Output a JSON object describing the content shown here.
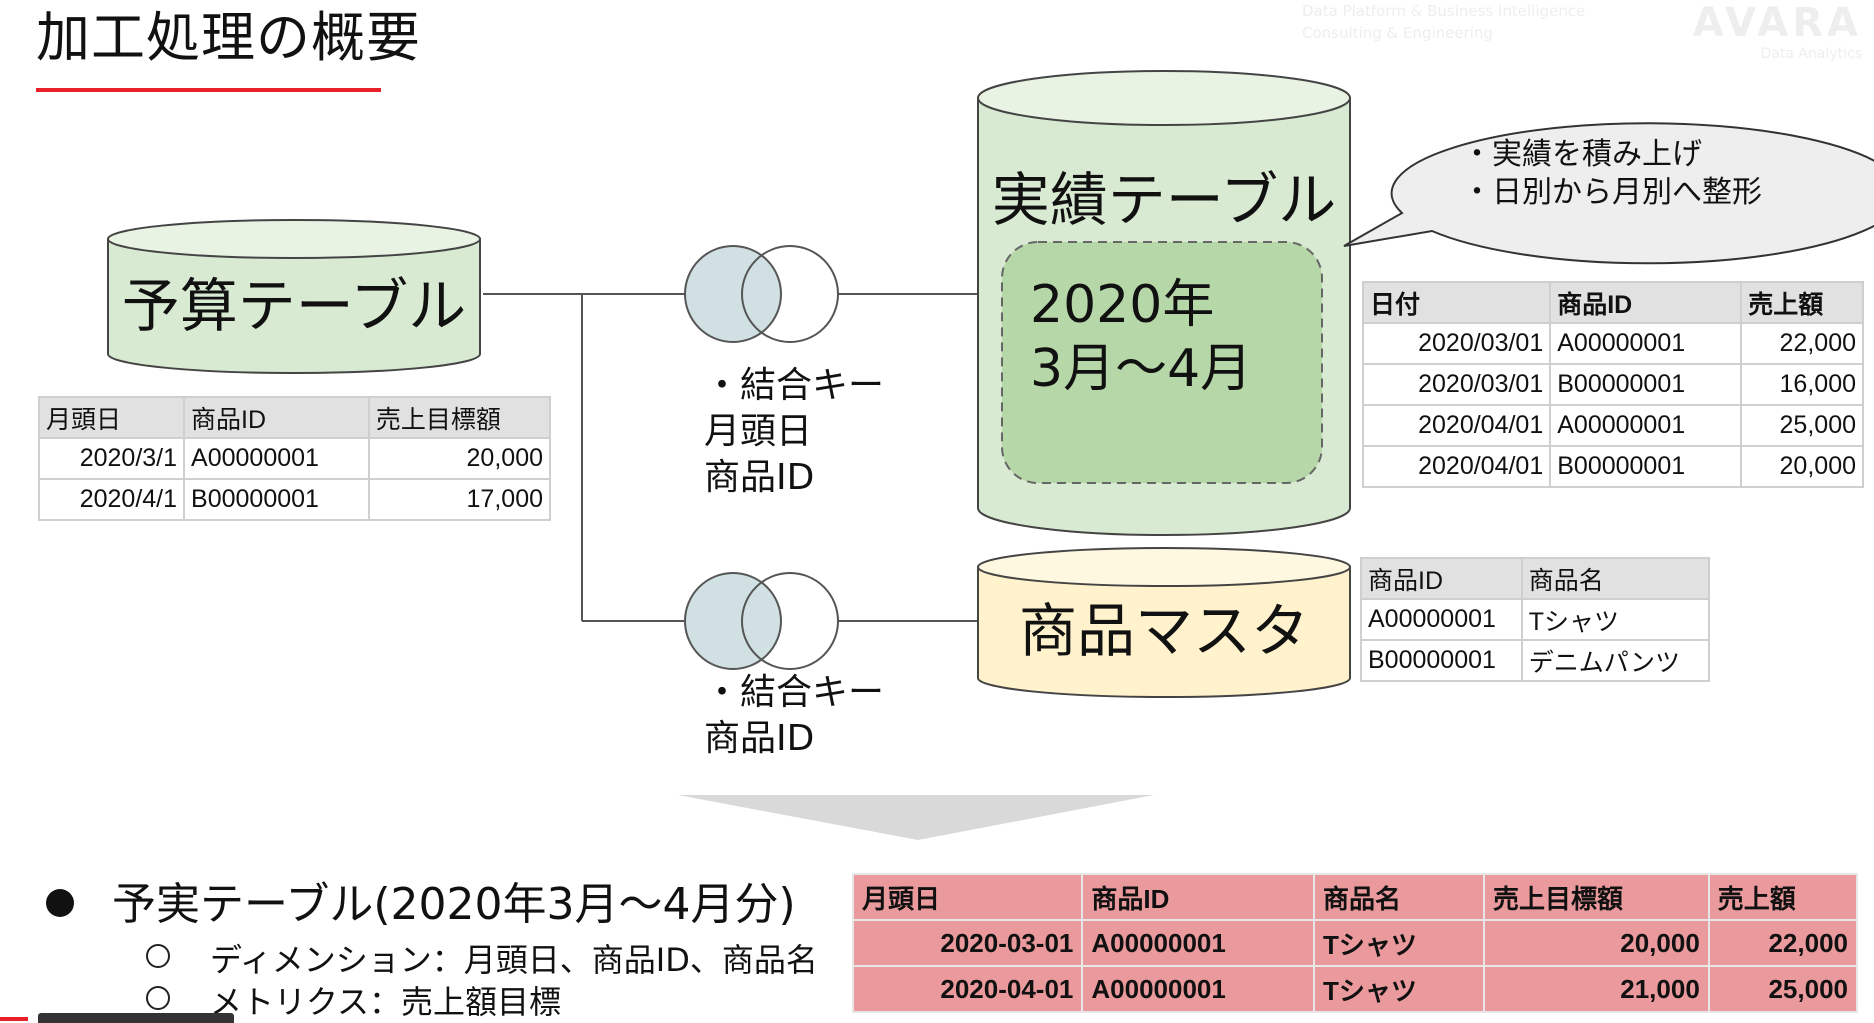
{
  "title": "加工処理の概要",
  "cylinders": {
    "budget": "予算テーブル",
    "actual": "実績テーブル",
    "actual_period_line1": "2020年",
    "actual_period_line2": "3月～4月",
    "master": "商品マスタ"
  },
  "callout": {
    "line1": "・実績を積み上げ",
    "line2": "・日別から月別へ整形"
  },
  "join_notes": {
    "top": "・結合キー\n月頭日\n商品ID",
    "bottom": "・結合キー\n商品ID"
  },
  "budget_table": {
    "headers": [
      "月頭日",
      "商品ID",
      "売上目標額"
    ],
    "rows": [
      [
        "2020/3/1",
        "A00000001",
        "20,000"
      ],
      [
        "2020/4/1",
        "B00000001",
        "17,000"
      ]
    ]
  },
  "actual_table": {
    "headers": [
      "日付",
      "商品ID",
      "売上額"
    ],
    "rows": [
      [
        "2020/03/01",
        "A00000001",
        "22,000"
      ],
      [
        "2020/03/01",
        "B00000001",
        "16,000"
      ],
      [
        "2020/04/01",
        "A00000001",
        "25,000"
      ],
      [
        "2020/04/01",
        "B00000001",
        "20,000"
      ]
    ]
  },
  "master_table": {
    "headers": [
      "商品ID",
      "商品名"
    ],
    "rows": [
      [
        "A00000001",
        "Tシャツ"
      ],
      [
        "B00000001",
        "デニムパンツ"
      ]
    ]
  },
  "result_table": {
    "headers": [
      "月頭日",
      "商品ID",
      "商品名",
      "売上目標額",
      "売上額"
    ],
    "rows": [
      [
        "2020-03-01",
        "A00000001",
        "Tシャツ",
        "20,000",
        "22,000"
      ],
      [
        "2020-04-01",
        "A00000001",
        "Tシャツ",
        "21,000",
        "25,000"
      ]
    ]
  },
  "summary": {
    "main": "予実テーブル(2020年3月～4月分)",
    "dimension": "ディメンション：月頭日、商品ID、商品名",
    "metrics": "メトリクス：売上額目標"
  },
  "logo": {
    "small_line1": "Data Platform & Business Intelligence",
    "small_line2": "Consulting & Engineering",
    "brand": "AVARA",
    "sub": "Data Analytics"
  },
  "colors": {
    "accent_red": "#e8202a",
    "budget_fill": "#d9ead3",
    "actual_fill": "#d9ead3",
    "actual_inner": "#b6d7a8",
    "master_fill": "#fff2cc",
    "venn_fill": "#d0e0e3",
    "callout_fill": "#eeeeee",
    "result_fill": "#ea9a9c"
  }
}
